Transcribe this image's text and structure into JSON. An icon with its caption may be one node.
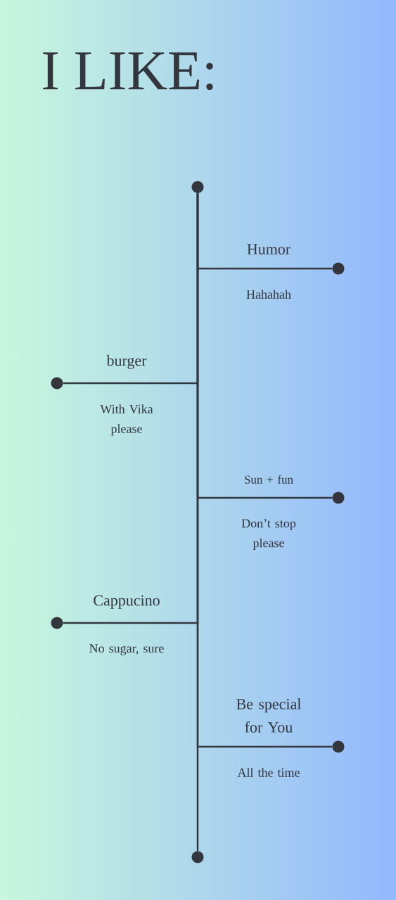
{
  "diagram": {
    "title": "I LIKE:",
    "nodes": [
      {
        "text": [],
        "shape": "circle"
      },
      {
        "text": [],
        "shape": "circle"
      },
      {
        "text": [],
        "shape": "circle",
        "beside": [
          "Humor",
          "Hahahah"
        ]
      },
      {
        "text": [],
        "shape": "circle",
        "beside": [
          "burger",
          "With Vika please"
        ]
      },
      {
        "text": [],
        "shape": "circle",
        "beside": [
          "Sun + fun",
          "Don’t stop please"
        ]
      },
      {
        "text": [],
        "shape": "circle",
        "beside": [
          "Cappucino",
          "No sugar, sure"
        ]
      },
      {
        "text": [],
        "shape": "circle",
        "beside": [
          "Be special for You",
          "All the time"
        ]
      }
    ],
    "edges": [
      {
        "from": 0,
        "to": 1,
        "arrow": "none"
      },
      {
        "from": 0,
        "to": 2,
        "arrow": "none"
      },
      {
        "from": 0,
        "to": 3,
        "arrow": "none"
      },
      {
        "from": 0,
        "to": 4,
        "arrow": "none"
      },
      {
        "from": 0,
        "to": 5,
        "arrow": "none"
      },
      {
        "from": 0,
        "to": 6,
        "arrow": "none"
      }
    ]
  }
}
